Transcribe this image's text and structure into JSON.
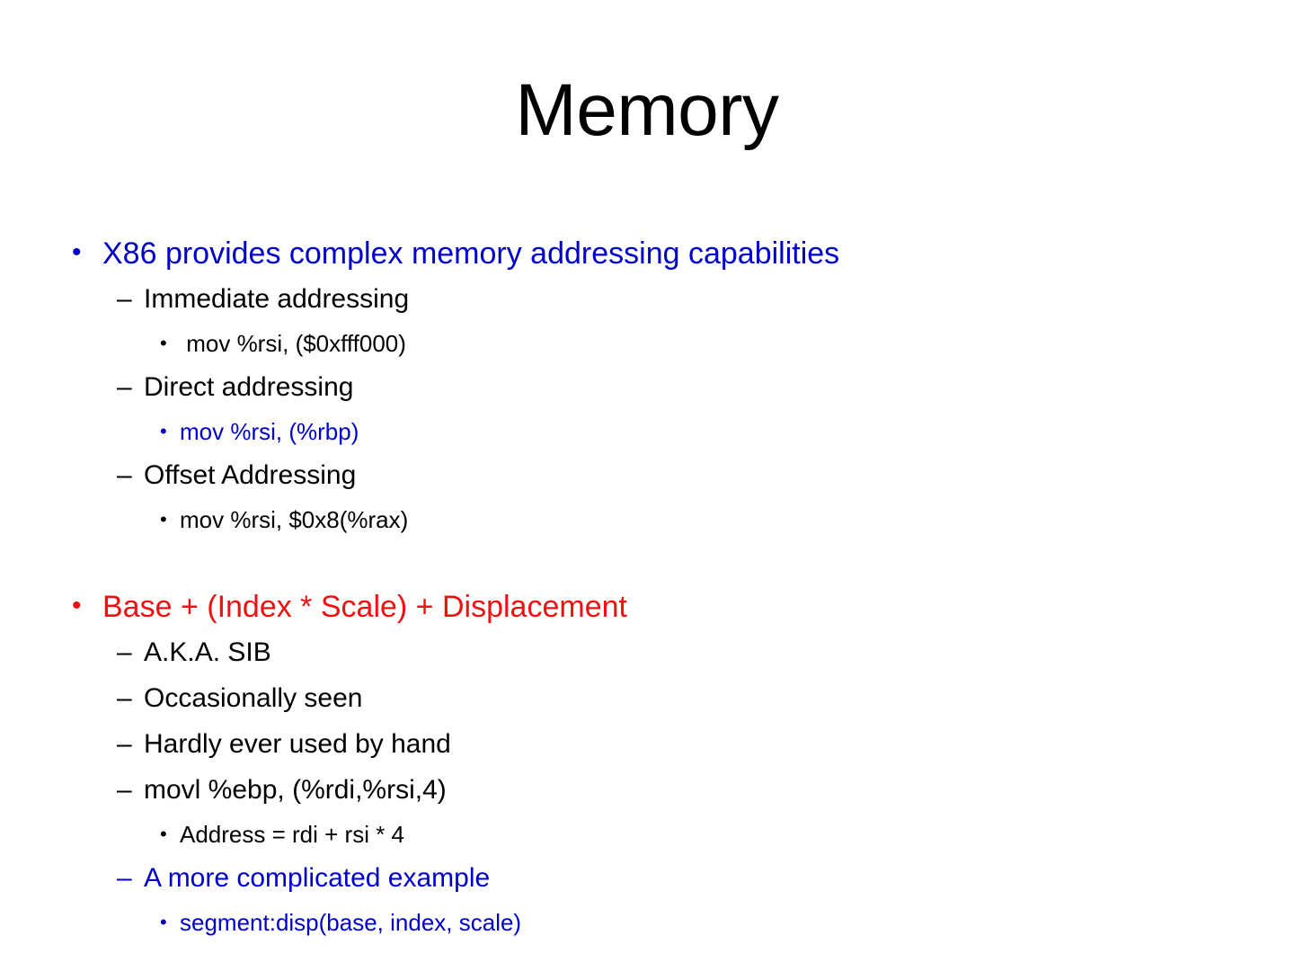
{
  "slide": {
    "title": "Memory",
    "title_color": "#000000",
    "background_color": "#ffffff",
    "colors": {
      "blue": "#0000CC",
      "red": "#EE1111",
      "black": "#000000"
    },
    "markers": {
      "level1_bullet": "•",
      "level2_dash": "–",
      "level3_bullet": "•"
    },
    "content": [
      {
        "level": 1,
        "text": "X86 provides complex memory addressing capabilities",
        "color": "#0000CC"
      },
      {
        "level": 2,
        "text": "Immediate addressing",
        "color": "#000000"
      },
      {
        "level": 3,
        "text": " mov %rsi, ($0xfff000)",
        "color": "#000000"
      },
      {
        "level": 2,
        "text": "Direct addressing",
        "color": "#000000"
      },
      {
        "level": 3,
        "text": "mov %rsi, (%rbp)",
        "color": "#0000CC"
      },
      {
        "level": 2,
        "text": "Offset Addressing",
        "color": "#000000"
      },
      {
        "level": 3,
        "text": "mov %rsi, $0x8(%rax)",
        "color": "#000000"
      },
      {
        "level": 0,
        "text": "",
        "color": "#000000"
      },
      {
        "level": 1,
        "text": "Base + (Index * Scale) + Displacement",
        "color": "#EE1111"
      },
      {
        "level": 2,
        "text": "A.K.A. SIB",
        "color": "#000000"
      },
      {
        "level": 2,
        "text": "Occasionally seen",
        "color": "#000000"
      },
      {
        "level": 2,
        "text": "Hardly ever used by hand",
        "color": "#000000"
      },
      {
        "level": 2,
        "text": "movl %ebp, (%rdi,%rsi,4)",
        "color": "#000000"
      },
      {
        "level": 3,
        "text": "Address = rdi + rsi * 4",
        "color": "#000000"
      },
      {
        "level": 2,
        "text": "A more complicated example",
        "color": "#0000CC"
      },
      {
        "level": 3,
        "text": "segment:disp(base, index, scale)",
        "color": "#0000CC"
      }
    ]
  }
}
